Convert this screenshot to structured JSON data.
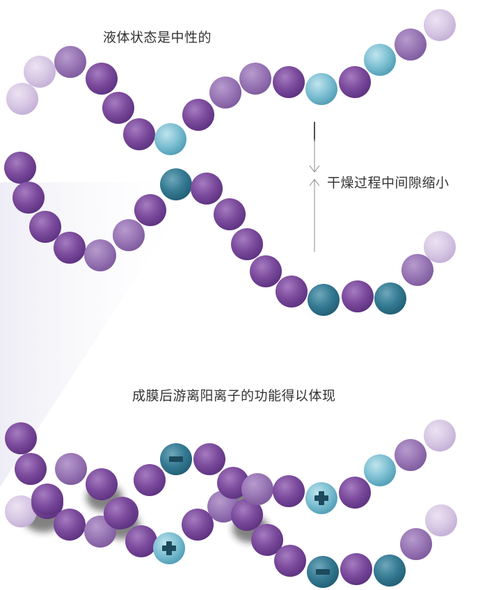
{
  "labels": {
    "liquid_state": "液体状态是中性的",
    "drying": "干燥过程中间隙缩小",
    "film_formed": "成膜后游离阳离子的功能得以体现"
  },
  "colors": {
    "purple": "#6f3f8f",
    "teal_dark": "#2f6f86",
    "teal_light": "#6fb3c8",
    "line": "#888888"
  }
}
